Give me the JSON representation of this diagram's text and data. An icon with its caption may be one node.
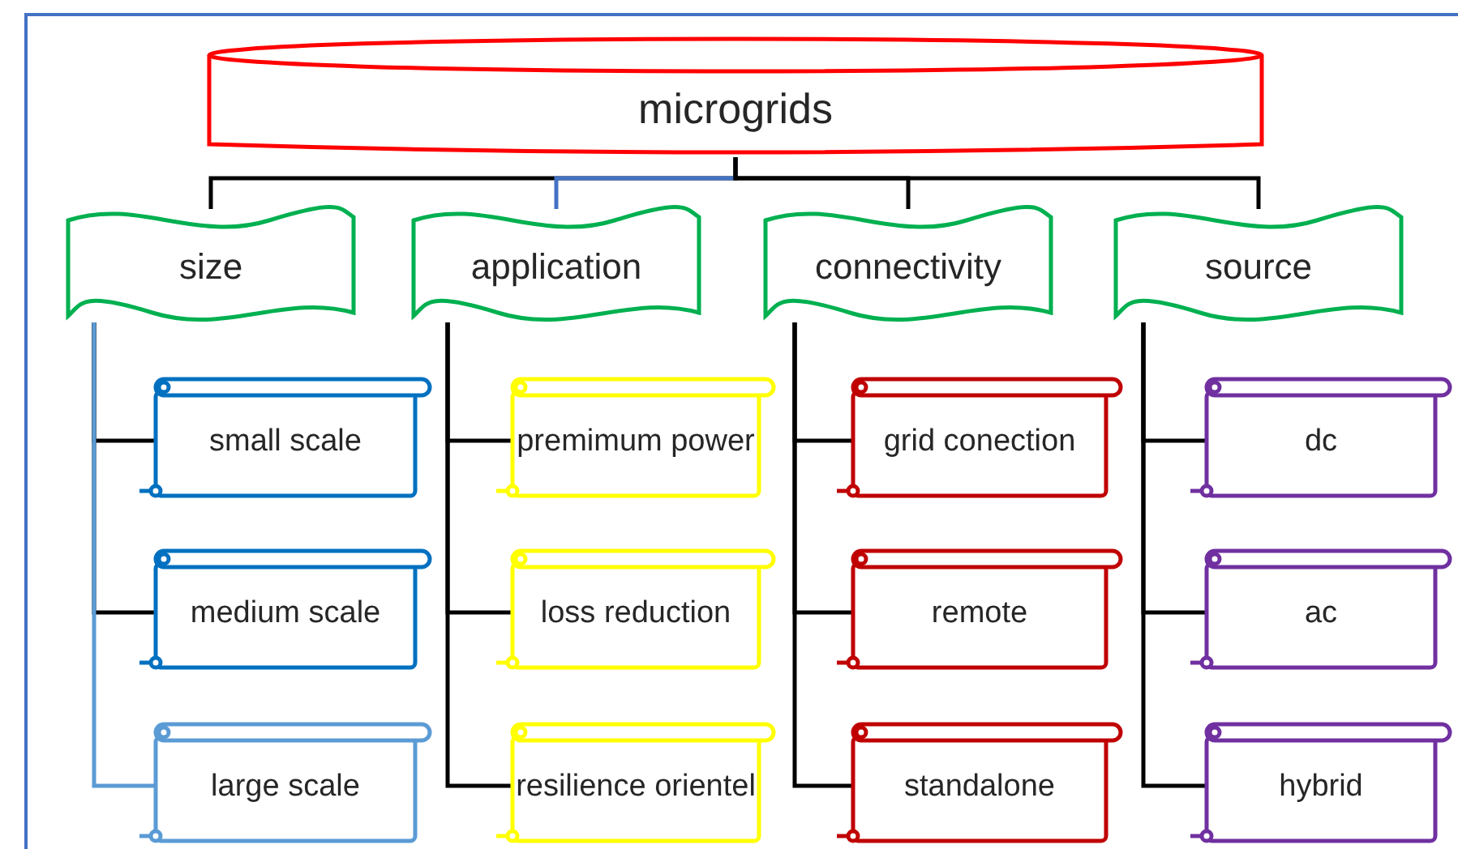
{
  "diagram": {
    "nodes": [
      {
        "text": [
          "microgrids"
        ]
      },
      {
        "text": [
          "size"
        ]
      },
      {
        "text": [
          "application"
        ]
      },
      {
        "text": [
          "connectivity"
        ]
      },
      {
        "text": [
          "source"
        ]
      },
      {
        "text": [
          "small scale"
        ]
      },
      {
        "text": [
          "medium scale"
        ]
      },
      {
        "text": [
          "large scale"
        ]
      },
      {
        "text": [
          "premimum power"
        ]
      },
      {
        "text": [
          "loss reduction"
        ]
      },
      {
        "text": [
          "resilience orientel"
        ]
      },
      {
        "text": [
          "grid conection"
        ]
      },
      {
        "text": [
          "remote"
        ]
      },
      {
        "text": [
          "standalone"
        ]
      },
      {
        "text": [
          "dc"
        ]
      },
      {
        "text": [
          "ac"
        ]
      },
      {
        "text": [
          "hybrid"
        ]
      }
    ],
    "edges": [
      {
        "from": 0,
        "to": 1,
        "arrow": "none"
      },
      {
        "from": 0,
        "to": 2,
        "arrow": "none",
        "color": "#4472c4"
      },
      {
        "from": 0,
        "to": 3,
        "arrow": "none"
      },
      {
        "from": 0,
        "to": 4,
        "arrow": "none"
      },
      {
        "from": 1,
        "to": 5,
        "arrow": "none"
      },
      {
        "from": 1,
        "to": 6,
        "arrow": "none"
      },
      {
        "from": 1,
        "to": 7,
        "arrow": "none",
        "color": "#5b9bd5"
      },
      {
        "from": 2,
        "to": 8,
        "arrow": "none"
      },
      {
        "from": 2,
        "to": 9,
        "arrow": "none"
      },
      {
        "from": 2,
        "to": 10,
        "arrow": "none"
      },
      {
        "from": 3,
        "to": 11,
        "arrow": "none"
      },
      {
        "from": 3,
        "to": 12,
        "arrow": "none"
      },
      {
        "from": 3,
        "to": 13,
        "arrow": "none"
      },
      {
        "from": 4,
        "to": 14,
        "arrow": "none"
      },
      {
        "from": 4,
        "to": 15,
        "arrow": "none"
      },
      {
        "from": 4,
        "to": 16,
        "arrow": "none"
      }
    ]
  }
}
